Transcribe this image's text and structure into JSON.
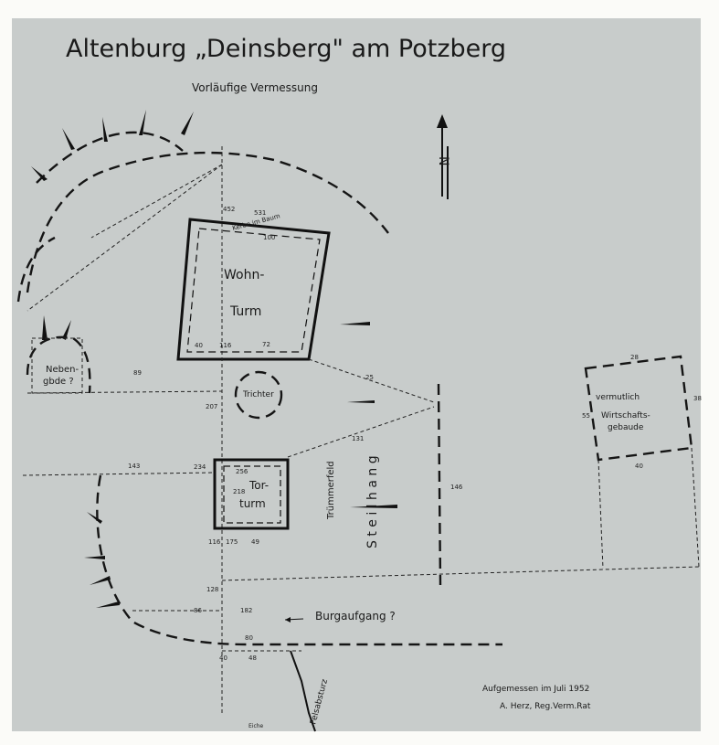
{
  "title": "Altenburg „Deinsberg\" am Potzberg",
  "subtitle": "Vorläufige Vermessung",
  "north_label": "N",
  "labels": {
    "wohnturm_1": "Wohn-",
    "wohnturm_2": "Turm",
    "nebengebaeude_1": "Neben-",
    "nebengebaeude_2": "gbde ?",
    "trichter": "Trichter",
    "torturm_1": "Tor-",
    "torturm_2": "turm",
    "truemmerfeld": "Trümmerfeld",
    "steilhang": "S t e i l h a n g",
    "wirtschaft_1": "vermutlich",
    "wirtschaft_2": "Wirtschafts-",
    "wirtschaft_3": "gebaude",
    "burgaufgang": "Burgaufgang ?",
    "felsabsturz": "Felsabsturz",
    "eiche": "Eiche",
    "kerbe": "Kerbe im Baum"
  },
  "measurements": [
    "452",
    "531",
    "100",
    "40",
    "116",
    "72",
    "89",
    "207",
    "25",
    "131",
    "146",
    "28",
    "40",
    "55",
    "38",
    "234",
    "256",
    "218",
    "116",
    "175",
    "49",
    "128",
    "86",
    "182",
    "80",
    "40",
    "48",
    "143"
  ],
  "footer": {
    "line1": "Aufgemessen im Juli 1952",
    "line2": "A. Herz, Reg.Verm.Rat"
  }
}
